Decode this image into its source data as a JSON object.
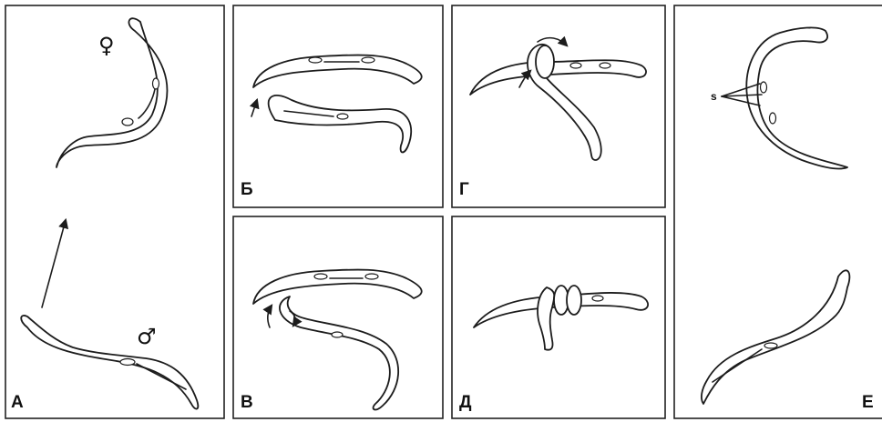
{
  "panels": {
    "a": {
      "label": "А"
    },
    "b": {
      "label": "Б"
    },
    "v": {
      "label": "В"
    },
    "g": {
      "label": "Г"
    },
    "d": {
      "label": "Д"
    },
    "e": {
      "label": "Е"
    }
  },
  "symbols": {
    "female": "♀",
    "male": "♂",
    "spicule": "s"
  }
}
